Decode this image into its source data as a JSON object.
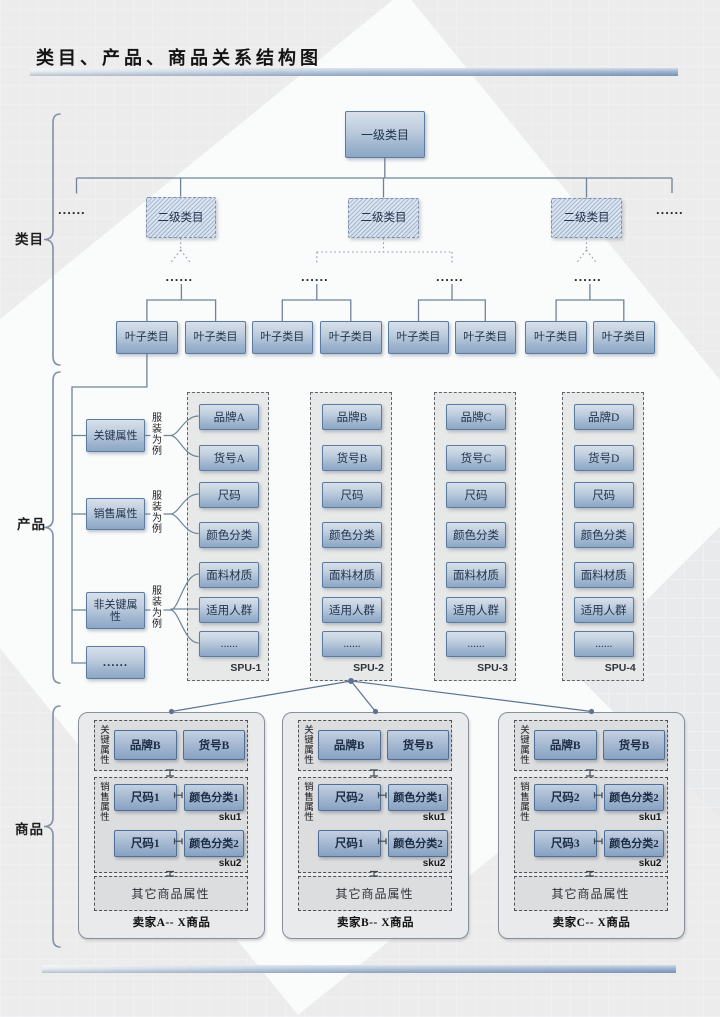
{
  "title": "类目、产品、商品关系结构图",
  "ellipsis": "......",
  "sections": {
    "category": {
      "label": "类目",
      "root": "一级类目",
      "level2": [
        "二级类目",
        "二级类目",
        "二级类目"
      ],
      "leaves": [
        "叶子类目",
        "叶子类目",
        "叶子类目",
        "叶子类目",
        "叶子类目",
        "叶子类目",
        "叶子类目",
        "叶子类目"
      ]
    },
    "product": {
      "label": "产品",
      "attr_groups": [
        "关键属性",
        "销售属性",
        "非关键属性",
        "......"
      ],
      "example_note": "服装为例",
      "spus": [
        {
          "name": "SPU-1",
          "attrs": [
            "品牌A",
            "货号A",
            "尺码",
            "颜色分类",
            "面料材质",
            "适用人群",
            "......"
          ]
        },
        {
          "name": "SPU-2",
          "attrs": [
            "品牌B",
            "货号B",
            "尺码",
            "颜色分类",
            "面料材质",
            "适用人群",
            "......"
          ]
        },
        {
          "name": "SPU-3",
          "attrs": [
            "品牌C",
            "货号C",
            "尺码",
            "颜色分类",
            "面料材质",
            "适用人群",
            "......"
          ]
        },
        {
          "name": "SPU-4",
          "attrs": [
            "品牌D",
            "货号D",
            "尺码",
            "颜色分类",
            "面料材质",
            "适用人群",
            "......"
          ]
        }
      ]
    },
    "commodity": {
      "label": "商品",
      "sellers": [
        {
          "name": "卖家A-- X商品",
          "key_group": "关键属性",
          "brand": "品牌B",
          "item_no": "货号B",
          "sales_group": "销售属性",
          "skus": [
            {
              "size": "尺码1",
              "color": "颜色分类1",
              "tag": "sku1"
            },
            {
              "size": "尺码1",
              "color": "颜色分类2",
              "tag": "sku2"
            }
          ],
          "other": "其它商品属性"
        },
        {
          "name": "卖家B-- X商品",
          "key_group": "关键属性",
          "brand": "品牌B",
          "item_no": "货号B",
          "sales_group": "销售属性",
          "skus": [
            {
              "size": "尺码2",
              "color": "颜色分类1",
              "tag": "sku1"
            },
            {
              "size": "尺码1",
              "color": "颜色分类2",
              "tag": "sku2"
            }
          ],
          "other": "其它商品属性"
        },
        {
          "name": "卖家C-- X商品",
          "key_group": "关键属性",
          "brand": "品牌B",
          "item_no": "货号B",
          "sales_group": "销售属性",
          "skus": [
            {
              "size": "尺码2",
              "color": "颜色分类2",
              "tag": "sku1"
            },
            {
              "size": "尺码3",
              "color": "颜色分类2",
              "tag": "sku2"
            }
          ],
          "other": "其它商品属性"
        }
      ]
    }
  }
}
